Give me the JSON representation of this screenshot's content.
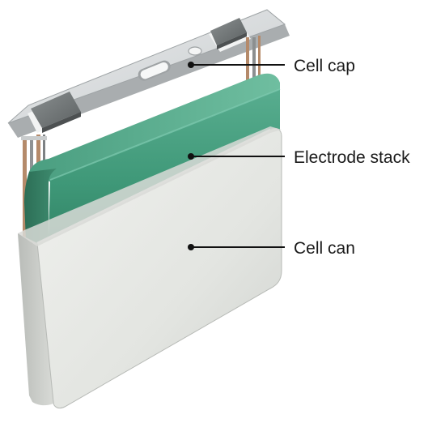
{
  "labels": {
    "cap": "Cell cap",
    "stack": "Electrode stack",
    "can": "Cell can"
  },
  "colors": {
    "stack_green": "#3f9a7c",
    "can_grey": "#e4e6e2",
    "cap_silver": "#d7dadb",
    "terminal_dark": "#6f7475",
    "tab_copper": "#b58a6a"
  }
}
